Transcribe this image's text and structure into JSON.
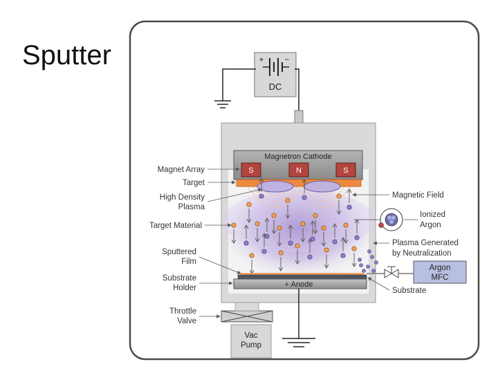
{
  "slide": {
    "title": "Sputter"
  },
  "power": {
    "plus": "+",
    "minus": "−",
    "label": "DC"
  },
  "cathode": {
    "title": "Magnetron Cathode",
    "magnets": [
      "S",
      "N",
      "S"
    ]
  },
  "anode": {
    "label": "+ Anode"
  },
  "pump": {
    "line1": "Vac",
    "line2": "Pump"
  },
  "argon": {
    "line1": "Argon",
    "line2": "MFC"
  },
  "labels_left": {
    "magnet_array": "Magnet Array",
    "target": "Target",
    "plasma_1": "High Density",
    "plasma_2": "Plasma",
    "target_material": "Target Material",
    "film_1": "Sputtered",
    "film_2": "Film",
    "holder_1": "Substrate",
    "holder_2": "Holder",
    "valve_1": "Throttle",
    "valve_2": "Valve"
  },
  "labels_right": {
    "magnetic_field": "Magnetic Field",
    "ionized_1": "Ionized",
    "ionized_2": "Argon",
    "plasma_gen_1": "Plasma Generated",
    "plasma_gen_2": "by Neutralization",
    "substrate": "Substrate"
  },
  "colors": {
    "chamber": "#d6d6d6",
    "cathode": "#9c9c9c",
    "magnet": "#b2463e",
    "target": "#ee8a3e",
    "plasma": "#c7b3e2",
    "particle_orange": "#f0a050",
    "particle_purple": "#8a80c8"
  }
}
